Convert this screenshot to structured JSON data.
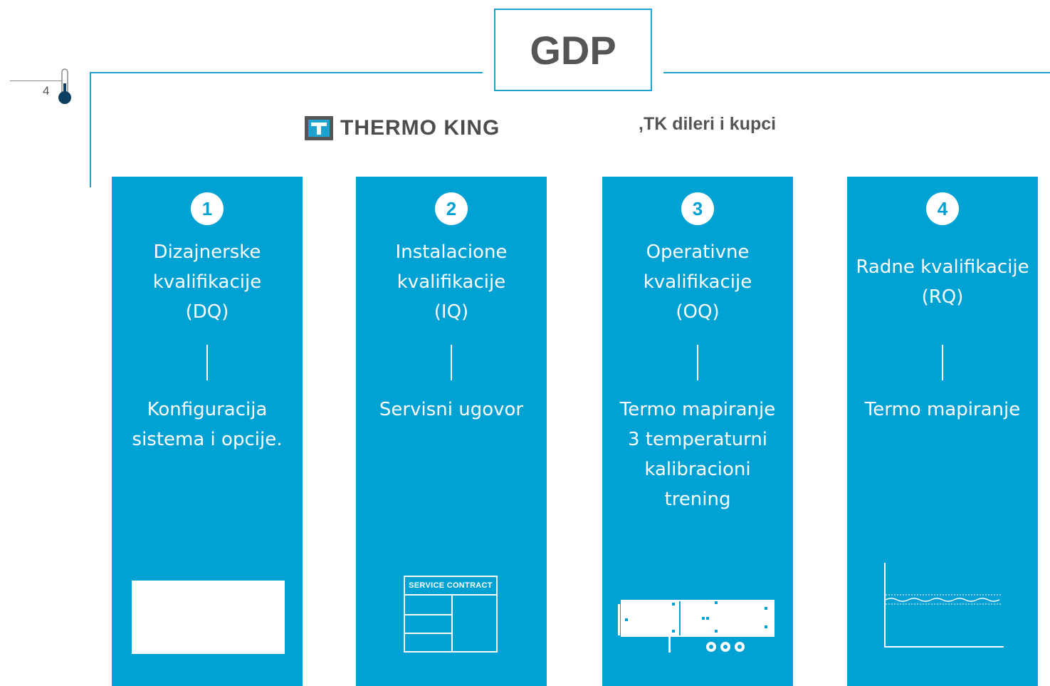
{
  "header": {
    "title": "GDP",
    "page_number": "4",
    "logo_text": "THERMO KING",
    "partners_text": ",TK dileri i kupci"
  },
  "colors": {
    "accent": "#00a1d3",
    "line": "#1ea3d1",
    "text_gray": "#555555"
  },
  "panels": [
    {
      "number": "1",
      "phase": "Dizajnerske\nkvalifikacije\n(DQ)",
      "description": "Konfiguracija\nsistema i opcije.",
      "illustration": "blank-white-card"
    },
    {
      "number": "2",
      "phase": "Instalacione\nkvalifikacije\n(IQ)",
      "description": "Servisni ugovor",
      "illustration": "service-contract-form",
      "illustration_label": "SERVICE CONTRACT"
    },
    {
      "number": "3",
      "phase": "Operativne\nkvalifikacije\n(OQ)",
      "description": "Termo mapiranje\n3 temperaturni\nkalibracioni\ntrening",
      "illustration": "trailer-sensor-map-icon"
    },
    {
      "number": "4",
      "phase": "Radne kvalifikacije\n(RQ)",
      "description": "Termo mapiranje",
      "illustration": "temperature-graph-icon"
    }
  ]
}
